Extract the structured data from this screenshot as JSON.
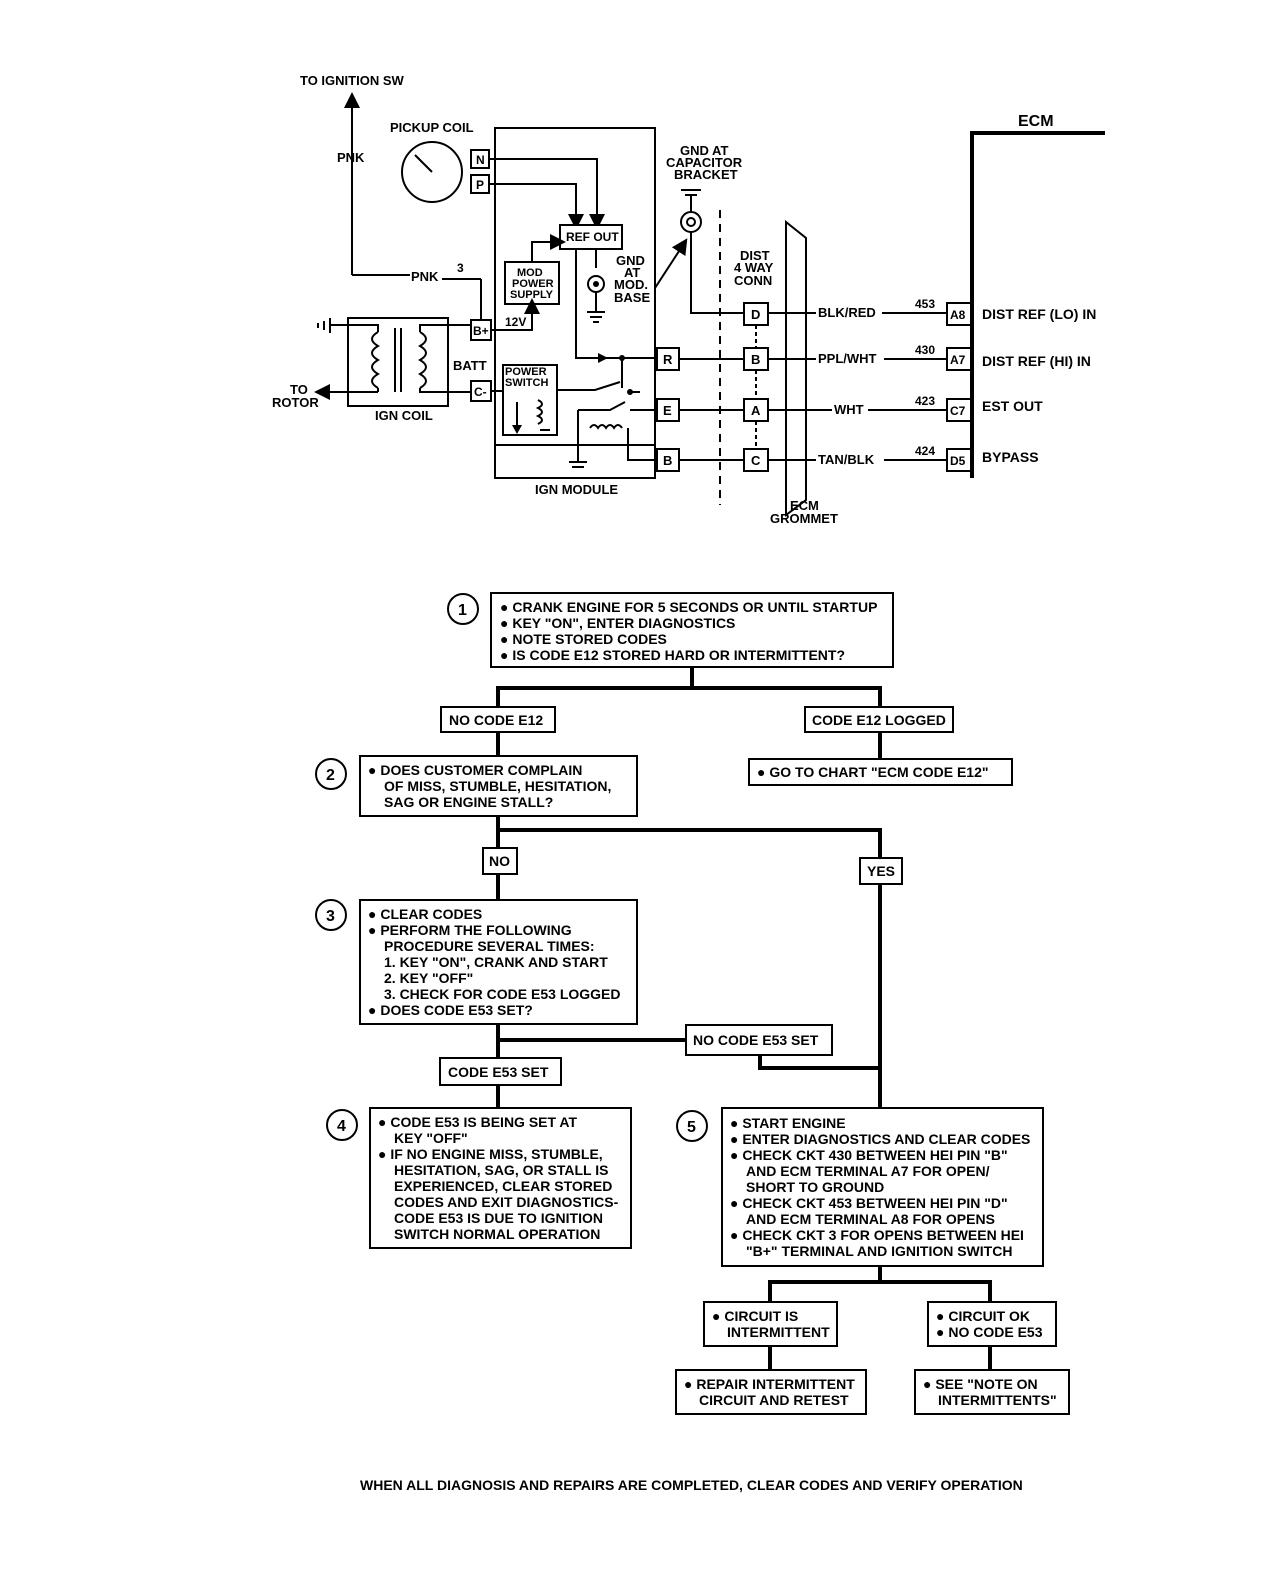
{
  "wiring": {
    "to_ignition": "TO IGNITION SW",
    "pnk_top": "PNK",
    "pnk_mid": "PNK",
    "ckt3": "3",
    "pickup_coil": "PICKUP COIL",
    "pin_n": "N",
    "pin_p": "P",
    "ref_out": "REF OUT",
    "mod_power_1": "MOD",
    "mod_power_2": "POWER",
    "mod_power_3": "SUPPLY",
    "v12": "12V",
    "gnd_mod_1": "GND",
    "gnd_mod_2": "AT",
    "gnd_mod_3": "MOD.",
    "gnd_mod_4": "BASE",
    "gnd_cap_1": "GND AT",
    "gnd_cap_2": "CAPACITOR",
    "gnd_cap_3": "BRACKET",
    "pin_bplus": "B+",
    "pin_cminus": "C-",
    "batt": "BATT",
    "to_rotor_1": "TO",
    "to_rotor_2": "ROTOR",
    "ign_coil": "IGN COIL",
    "power_switch_1": "POWER",
    "power_switch_2": "SWITCH",
    "ign_module": "IGN MODULE",
    "mod_pin_r": "R",
    "mod_pin_e": "E",
    "mod_pin_b": "B",
    "dist_1": "DIST",
    "dist_2": "4 WAY",
    "dist_3": "CONN",
    "conn_d": "D",
    "conn_b": "B",
    "conn_a": "A",
    "conn_c": "C",
    "wire1": "BLK/RED",
    "wire2": "PPL/WHT",
    "wire3": "WHT",
    "wire4": "TAN/BLK",
    "ckt1": "453",
    "ckt2": "430",
    "ckt3b": "423",
    "ckt4": "424",
    "ecm": "ECM",
    "ecm_a8": "A8",
    "ecm_a7": "A7",
    "ecm_c7": "C7",
    "ecm_d5": "D5",
    "sig1": "DIST REF (LO) IN",
    "sig2": "DIST REF (HI) IN",
    "sig3": "EST OUT",
    "sig4": "BYPASS",
    "grommet_1": "ECM",
    "grommet_2": "GROMMET"
  },
  "flow": {
    "step1": "1",
    "step1_lines": [
      "● CRANK ENGINE FOR 5 SECONDS OR UNTIL STARTUP",
      "● KEY \"ON\", ENTER DIAGNOSTICS",
      "● NOTE STORED CODES",
      "● IS CODE E12 STORED HARD OR INTERMITTENT?"
    ],
    "no_code_e12": "NO CODE E12",
    "code_e12_logged": "CODE E12 LOGGED",
    "step2": "2",
    "step2_lines": [
      "● DOES CUSTOMER COMPLAIN",
      "OF MISS, STUMBLE, HESITATION,",
      "SAG OR ENGINE STALL?"
    ],
    "go_chart": "● GO TO CHART \"ECM CODE E12\"",
    "no": "NO",
    "yes": "YES",
    "step3": "3",
    "step3_lines": [
      "● CLEAR CODES",
      "● PERFORM THE FOLLOWING",
      "PROCEDURE SEVERAL TIMES:",
      "1. KEY \"ON\", CRANK AND START",
      "2. KEY \"OFF\"",
      "3. CHECK FOR CODE E53 LOGGED",
      "● DOES CODE E53 SET?"
    ],
    "no_code_e53": "NO CODE E53 SET",
    "code_e53_set": "CODE E53 SET",
    "step4": "4",
    "step4_lines": [
      "● CODE E53 IS BEING SET AT",
      "KEY \"OFF\"",
      "● IF NO ENGINE MISS, STUMBLE,",
      "HESITATION, SAG, OR STALL IS",
      "EXPERIENCED, CLEAR STORED",
      "CODES AND EXIT DIAGNOSTICS-",
      "CODE E53 IS DUE TO IGNITION",
      "SWITCH NORMAL OPERATION"
    ],
    "step5": "5",
    "step5_lines": [
      "● START ENGINE",
      "● ENTER DIAGNOSTICS AND CLEAR CODES",
      "● CHECK CKT 430 BETWEEN HEI PIN \"B\"",
      "AND ECM TERMINAL A7 FOR OPEN/",
      "SHORT TO GROUND",
      "● CHECK CKT 453 BETWEEN HEI PIN \"D\"",
      "AND ECM TERMINAL A8 FOR OPENS",
      "● CHECK CKT 3 FOR OPENS BETWEEN HEI",
      "\"B+\" TERMINAL AND IGNITION SWITCH"
    ],
    "intermittent_lines": [
      "● CIRCUIT IS",
      "INTERMITTENT"
    ],
    "circuit_ok_lines": [
      "● CIRCUIT OK",
      "● NO CODE E53"
    ],
    "repair_lines": [
      "● REPAIR INTERMITTENT",
      "CIRCUIT AND RETEST"
    ],
    "see_note_lines": [
      "● SEE \"NOTE ON",
      "INTERMITTENTS\""
    ],
    "footer": "WHEN ALL DIAGNOSIS AND REPAIRS ARE COMPLETED, CLEAR CODES AND VERIFY OPERATION"
  }
}
